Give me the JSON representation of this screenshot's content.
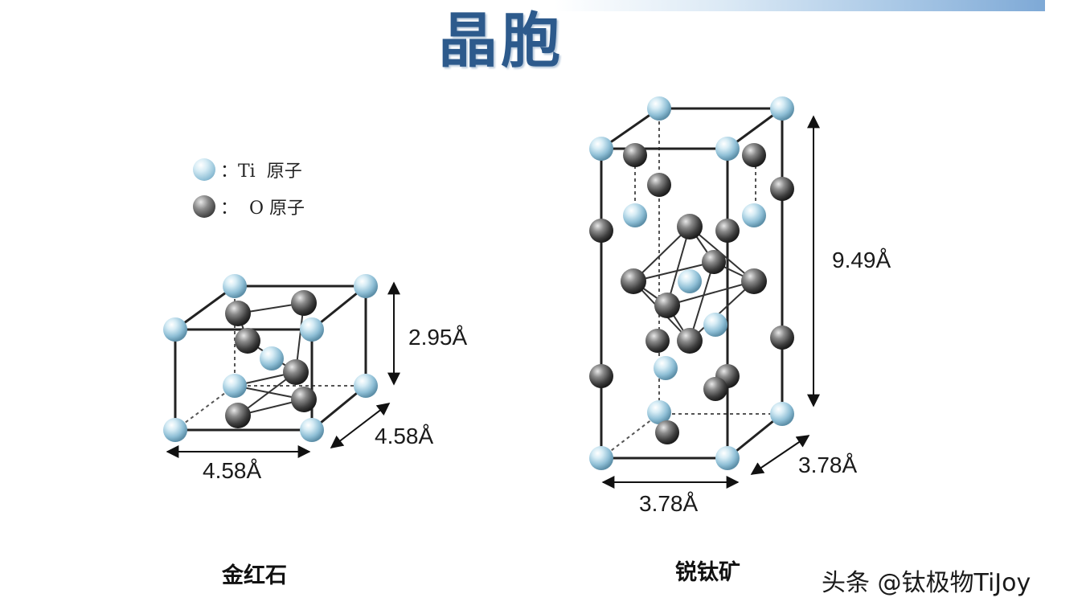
{
  "title": "晶胞",
  "legend": [
    {
      "symbol": "ti-ball",
      "text": "：Ti  原子"
    },
    {
      "symbol": "o-ball",
      "text": "：  O 原子"
    }
  ],
  "rutile": {
    "name": "金红石",
    "dimensions": {
      "height": "2.95Å",
      "depth": "4.58Å",
      "width": "4.58Å"
    }
  },
  "anatase": {
    "name": "锐钛矿",
    "dimensions": {
      "height": "9.49Å",
      "depth": "3.78Å",
      "width": "3.78Å"
    }
  },
  "watermark": "头条 @钛极物TiJoy",
  "colors": {
    "title": "#2d5a8c",
    "ti_atom": "#9cc8dc",
    "o_atom": "#4a4a4a"
  }
}
